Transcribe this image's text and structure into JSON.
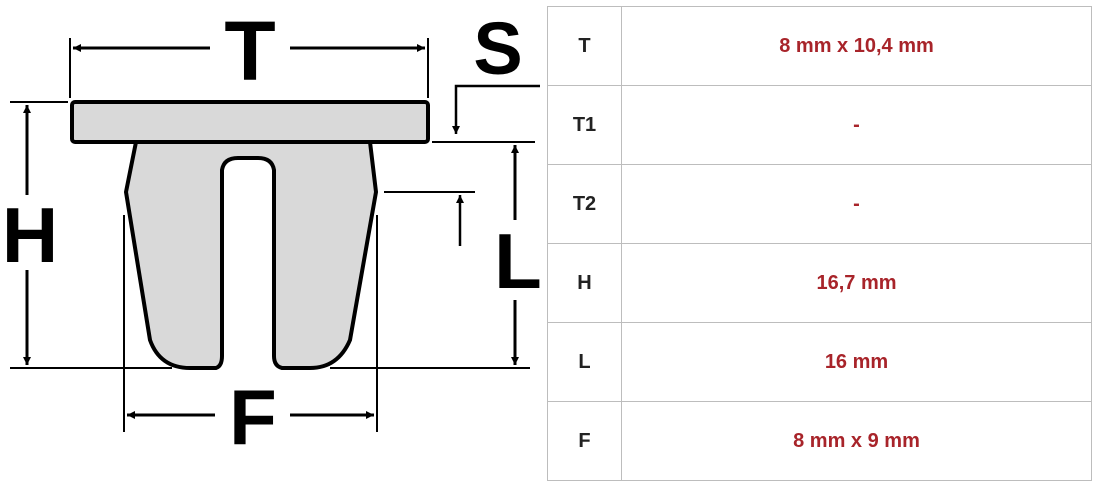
{
  "diagram": {
    "labels": {
      "T": "T",
      "S": "S",
      "H": "H",
      "L": "L",
      "F": "F"
    }
  },
  "specs": {
    "rows": [
      {
        "key": "T",
        "value": "8 mm x 10,4 mm"
      },
      {
        "key": "T1",
        "value": "-"
      },
      {
        "key": "T2",
        "value": "-"
      },
      {
        "key": "H",
        "value": "16,7 mm"
      },
      {
        "key": "L",
        "value": "16 mm"
      },
      {
        "key": "F",
        "value": "8 mm x 9 mm"
      }
    ]
  },
  "colors": {
    "value_text": "#a8242a",
    "key_text": "#222222",
    "part_fill": "#d9d9d9",
    "table_border": "#bdbdbd"
  }
}
